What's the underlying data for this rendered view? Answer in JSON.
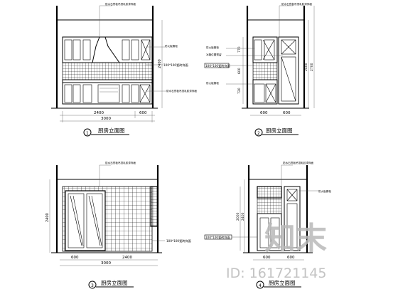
{
  "drawing": {
    "elevations": [
      {
        "key": "tl",
        "title_cn": "厨房立面图",
        "dims_bottom": [
          "2400",
          "600",
          "3000"
        ],
        "dims_side": [
          "2400"
        ],
        "callouts": [
          "防水石膏板吊顶乳胶漆饰面",
          "防火板橱柜",
          "100*100瓷砖饰面",
          "防水石膏板吊顶乳胶漆饰面"
        ]
      },
      {
        "key": "tr",
        "title_cn": "厨房立面图",
        "dims_bottom": [
          "600",
          "600"
        ],
        "dims_side": [
          "770",
          "600",
          "720",
          "2400",
          "2700"
        ],
        "callouts": [
          "防水石膏板吊顶乳胶漆饰面",
          "防火板橱柜",
          "冰箱位置预留",
          "100*100瓷砖饰面",
          "防火板橱柜"
        ]
      },
      {
        "key": "bl",
        "title_cn": "厨房立面图",
        "dims_bottom": [
          "600",
          "2400",
          "3000"
        ],
        "dims_side": [
          "2400"
        ],
        "callouts": [
          "防水石膏板吊顶乳胶漆饰面",
          "100*100瓷砖饰面"
        ]
      },
      {
        "key": "br",
        "title_cn": "厨房立面图",
        "dims_bottom": [
          "600",
          "600"
        ],
        "dims_side": [
          "2000",
          "2400"
        ],
        "callouts": [
          "防水石膏板吊顶乳胶漆饰面",
          "防火板橱柜",
          "100*100瓷砖饰面"
        ]
      }
    ]
  },
  "watermark": {
    "logo_text": "知末",
    "id_text": "ID: 161721145"
  },
  "colors": {
    "line": "#000000",
    "watermark": "#b9b9b9",
    "background": "#ffffff"
  }
}
